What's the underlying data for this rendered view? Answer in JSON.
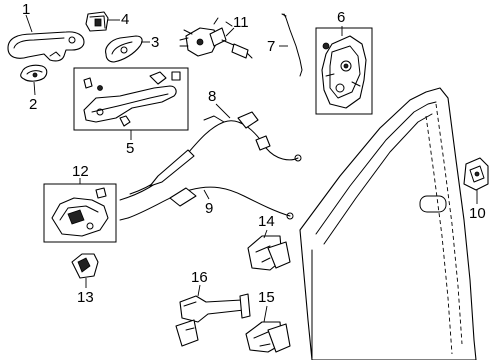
{
  "diagram": {
    "colors": {
      "line": "#000000",
      "background": "#ffffff"
    },
    "callouts": [
      {
        "id": "1",
        "label": "1"
      },
      {
        "id": "2",
        "label": "2"
      },
      {
        "id": "3",
        "label": "3"
      },
      {
        "id": "4",
        "label": "4"
      },
      {
        "id": "5",
        "label": "5"
      },
      {
        "id": "6",
        "label": "6"
      },
      {
        "id": "7",
        "label": "7"
      },
      {
        "id": "8",
        "label": "8"
      },
      {
        "id": "9",
        "label": "9"
      },
      {
        "id": "10",
        "label": "10"
      },
      {
        "id": "11",
        "label": "11"
      },
      {
        "id": "12",
        "label": "12"
      },
      {
        "id": "13",
        "label": "13"
      },
      {
        "id": "14",
        "label": "14"
      },
      {
        "id": "15",
        "label": "15"
      },
      {
        "id": "16",
        "label": "16"
      }
    ]
  }
}
